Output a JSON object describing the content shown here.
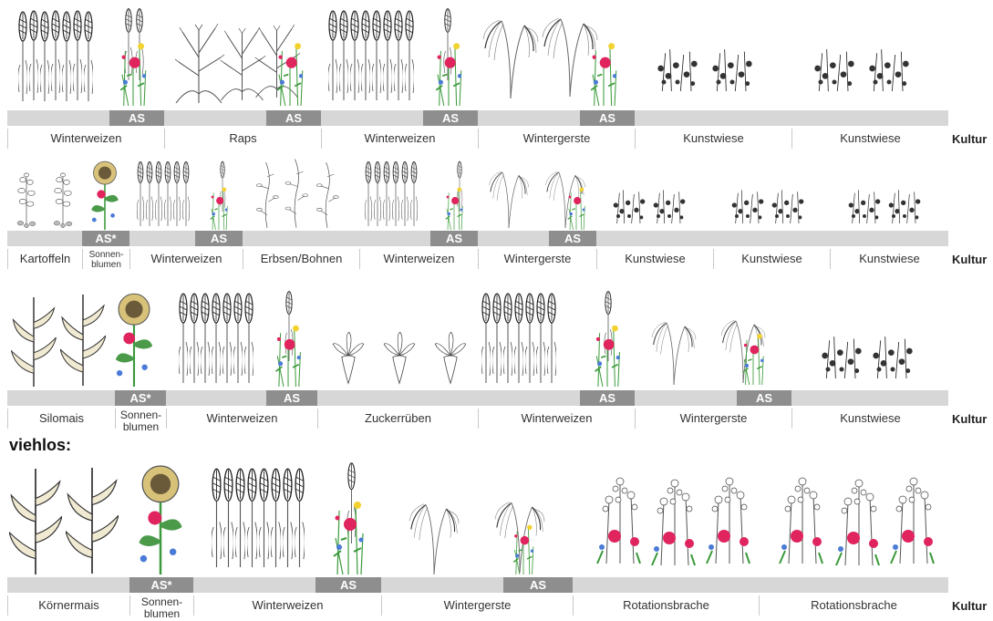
{
  "as_label": "AS",
  "as_star_label": "AS*",
  "kultur_label": "Kultur",
  "viehlos_heading": "viehlos:",
  "rows": [
    {
      "crops": [
        "Winterweizen",
        "Raps",
        "Winterweizen",
        "Wintergerste",
        "Kunstwiese",
        "Kunstwiese"
      ],
      "as_markers": [
        "AS",
        "AS",
        "AS",
        "AS"
      ]
    },
    {
      "crops": [
        "Kartoffeln",
        "Sonnen-\nblumen",
        "Winterweizen",
        "Erbsen/Bohnen",
        "Winterweizen",
        "Wintergerste",
        "Kunstwiese",
        "Kunstwiese",
        "Kunstwiese"
      ],
      "as_markers": [
        "AS*",
        "AS",
        "AS",
        "AS"
      ]
    },
    {
      "crops": [
        "Silomais",
        "Sonnen-\nblumen",
        "Winterweizen",
        "Zuckerrüben",
        "Winterweizen",
        "Wintergerste",
        "Kunstwiese"
      ],
      "as_markers": [
        "AS*",
        "AS",
        "AS",
        "AS"
      ]
    },
    {
      "crops": [
        "Körnermais",
        "Sonnen-\nblumen",
        "Winterweizen",
        "Wintergerste",
        "Rotationsbrache",
        "Rotationsbrache"
      ],
      "as_markers": [
        "AS*",
        "AS",
        "AS"
      ]
    }
  ],
  "colors": {
    "bar": "#d7d7d7",
    "as_block": "#8e8e8e",
    "poppy": "#e0245e",
    "cornflower": "#4a7bd6",
    "yellow_flower": "#f2d22e",
    "leaf": "#3a9a3a"
  },
  "icons": [
    "wheat-icon",
    "rapeseed-icon",
    "barley-icon",
    "clover-grass-icon",
    "wildflower-strip-icon",
    "potato-icon",
    "sunflower-icon",
    "pea-bean-icon",
    "maize-icon",
    "sugar-beet-icon",
    "fallow-flower-icon"
  ]
}
